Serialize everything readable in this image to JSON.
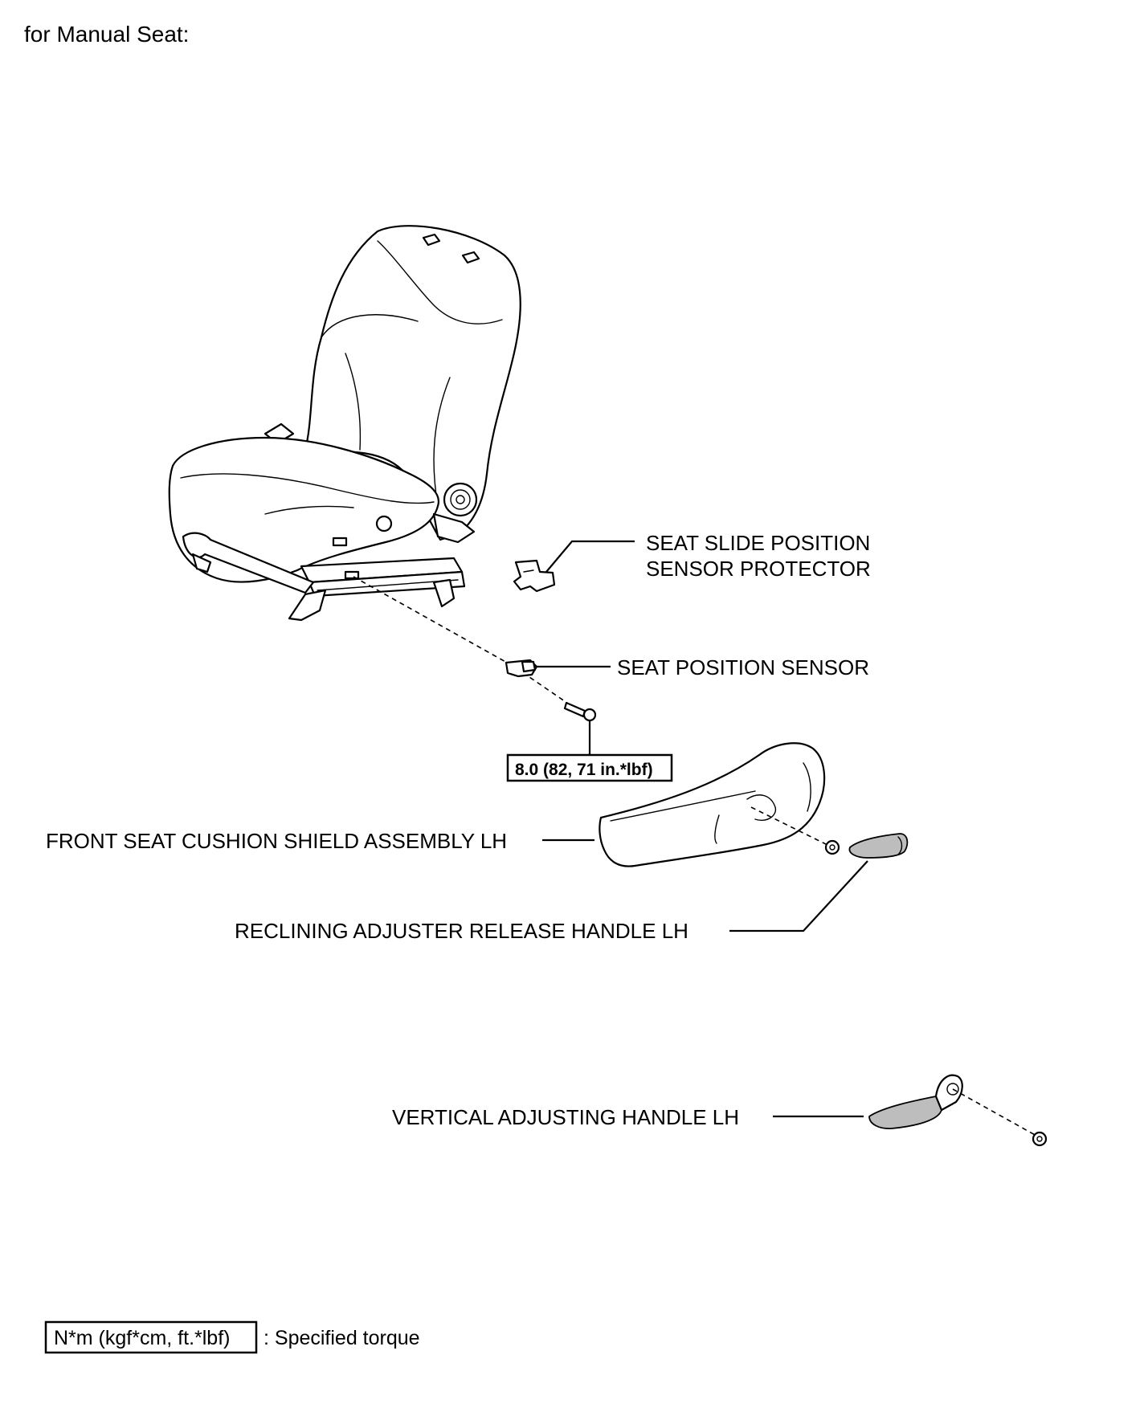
{
  "heading": "for Manual Seat:",
  "labels": {
    "seat_slide_protector_line1": "SEAT SLIDE POSITION",
    "seat_slide_protector_line2": "SENSOR PROTECTOR",
    "seat_position_sensor": "SEAT POSITION SENSOR",
    "torque_value": "8.0 (82, 71 in.*lbf)",
    "front_seat_cushion_shield": "FRONT SEAT CUSHION SHIELD ASSEMBLY LH",
    "reclining_release_handle": "RECLINING ADJUSTER RELEASE HANDLE LH",
    "vertical_adjusting_handle": "VERTICAL ADJUSTING HANDLE LH"
  },
  "legend": {
    "unit": "N*m (kgf*cm, ft.*lbf)",
    "description": ": Specified torque"
  }
}
